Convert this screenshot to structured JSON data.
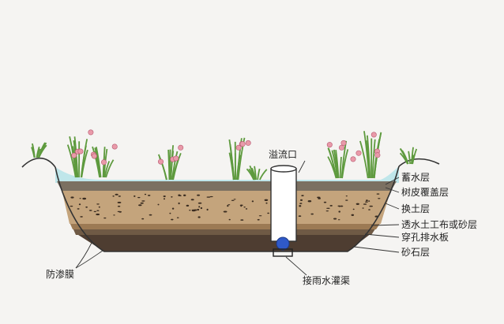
{
  "labels": {
    "overflow": "溢流口",
    "water_storage": "蓄水层",
    "bark_cover": "树皮覆盖层",
    "soil_replace": "换土层",
    "geotextile": "透水土工布或砂层",
    "perforated_board": "穿孔排水板",
    "gravel": "砂石层",
    "membrane": "防渗膜",
    "drain_pipe": "接雨水灌渠"
  },
  "colors": {
    "background": "#f5f4f2",
    "water": "#bfe6ea",
    "bark": "#7b7061",
    "soil": "#c4a47c",
    "geotextile": "#9c7a54",
    "perforated": "#6f5a45",
    "gravel": "#4e3d31",
    "pipe": "#2f59c8",
    "plant_leaf": "#5e9a3e",
    "flower": "#e99aa9"
  }
}
